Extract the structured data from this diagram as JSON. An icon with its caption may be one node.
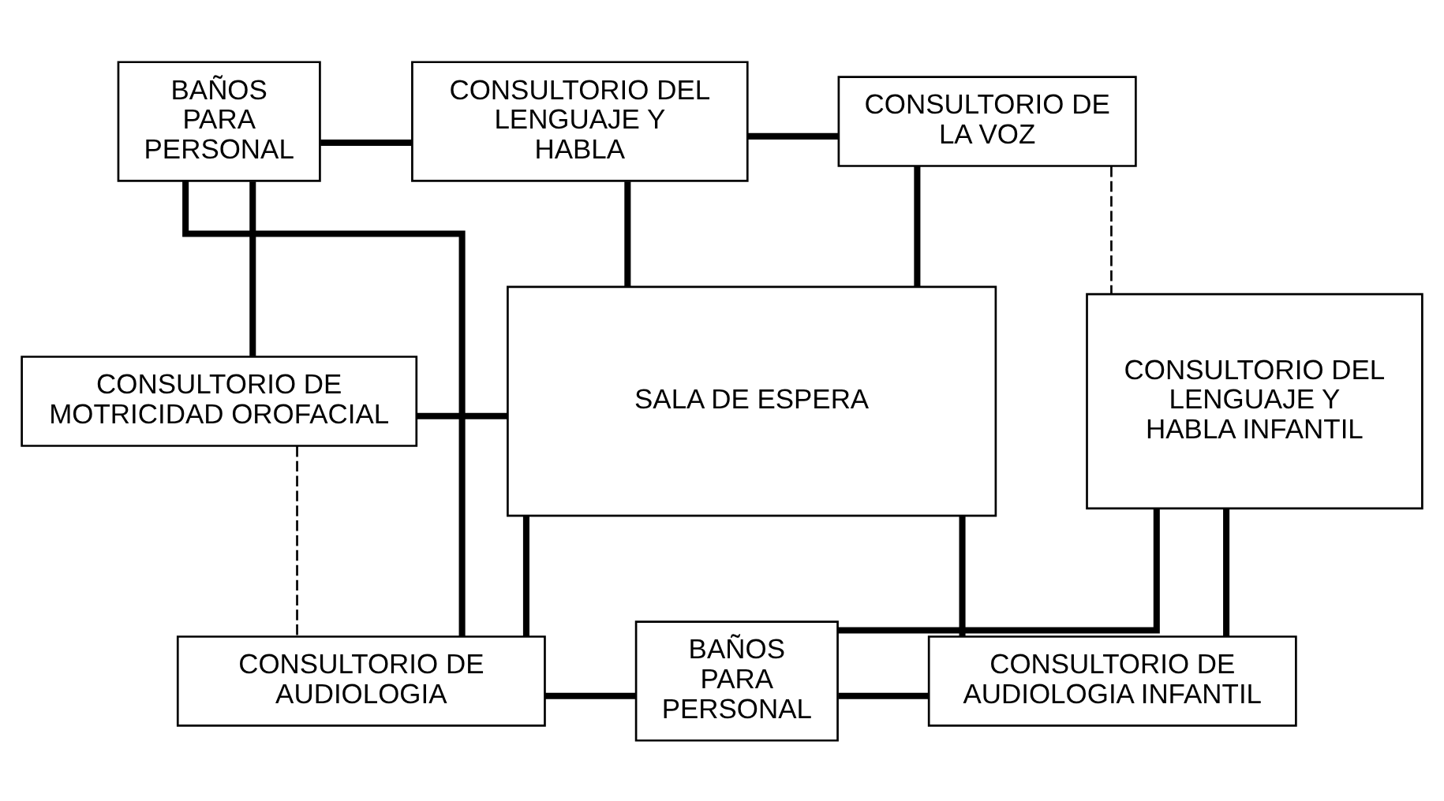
{
  "diagram": {
    "nodes": [
      {
        "text": [
          "BAÑOS PARA PERSONAL"
        ]
      },
      {
        "text": [
          "CONSULTORIO DEL LENGUAJE Y HABLA"
        ]
      },
      {
        "text": [
          "CONSULTORIO DE LA VOZ"
        ]
      },
      {
        "text": [
          "CONSULTORIO DE MOTRICIDAD OROFACIAL"
        ]
      },
      {
        "text": [
          "SALA DE ESPERA"
        ]
      },
      {
        "text": [
          "CONSULTORIO DEL LENGUAJE Y HABLA INFANTIL"
        ]
      },
      {
        "text": [
          "CONSULTORIO DE AUDIOLOGIA"
        ]
      },
      {
        "text": [
          "BAÑOS PARA PERSONAL"
        ]
      },
      {
        "text": [
          "CONSULTORIO DE AUDIOLOGIA INFANTIL"
        ]
      }
    ],
    "edges": [
      {
        "from": 0,
        "to": 1,
        "arrow": "none"
      },
      {
        "from": 1,
        "to": 2,
        "arrow": "none"
      },
      {
        "from": 0,
        "to": 3,
        "arrow": "none"
      },
      {
        "from": 0,
        "to": 6,
        "arrow": "none"
      },
      {
        "from": 1,
        "to": 4,
        "arrow": "none"
      },
      {
        "from": 2,
        "to": 4,
        "arrow": "none"
      },
      {
        "from": 2,
        "to": 5,
        "arrow": "none",
        "style": "dashed"
      },
      {
        "from": 3,
        "to": 4,
        "arrow": "none"
      },
      {
        "from": 3,
        "to": 6,
        "arrow": "none",
        "style": "dashed"
      },
      {
        "from": 4,
        "to": 6,
        "arrow": "none"
      },
      {
        "from": 4,
        "to": 8,
        "arrow": "none"
      },
      {
        "from": 5,
        "to": 8,
        "arrow": "none"
      },
      {
        "from": 7,
        "to": 5,
        "arrow": "none"
      },
      {
        "from": 6,
        "to": 7,
        "arrow": "none"
      },
      {
        "from": 7,
        "to": 8,
        "arrow": "none"
      }
    ]
  }
}
